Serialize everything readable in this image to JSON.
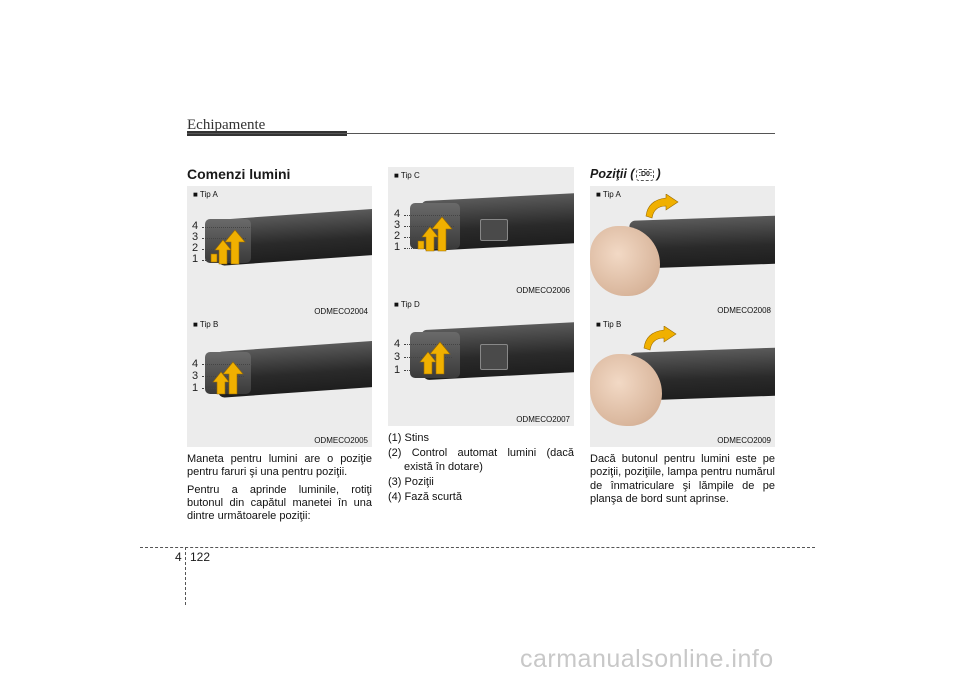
{
  "header": {
    "title": "Echipamente"
  },
  "section": {
    "title": "Comenzi lumini"
  },
  "positions": {
    "title_prefix": "Poziţii (",
    "title_suffix": ")"
  },
  "figures": [
    {
      "label": "Tip A",
      "code": "ODMECO2004",
      "numbers": [
        "4",
        "3",
        "2",
        "1"
      ]
    },
    {
      "label": "Tip B",
      "code": "ODMECO2005",
      "numbers": [
        "4",
        "3",
        "1"
      ]
    },
    {
      "label": "Tip C",
      "code": "ODMECO2006",
      "numbers": [
        "4",
        "3",
        "2",
        "1"
      ]
    },
    {
      "label": "Tip D",
      "code": "ODMECO2007",
      "numbers": [
        "4",
        "3",
        "1"
      ]
    },
    {
      "label": "Tip A",
      "code": "ODMECO2008"
    },
    {
      "label": "Tip B",
      "code": "ODMECO2009"
    }
  ],
  "left_text": {
    "p1": "Maneta pentru lumini are o poziţie pentru faruri şi una pentru poziţii.",
    "p2": "Pentru a aprinde luminile, rotiţi butonul din capătul manetei în una dintre următoarele poziţii:"
  },
  "list": [
    "(1) Stins",
    "(2) Control automat lumini (dacă există în dotare)",
    "(3) Poziţii",
    "(4) Fază scurtă"
  ],
  "right_text": {
    "p1": "Dacă butonul pentru lumini este pe poziţii, poziţiile, lampa pentru numărul de înmatriculare şi lămpile de pe planşa de bord sunt aprinse."
  },
  "footer": {
    "chapter": "4",
    "page": "122"
  },
  "watermark": "carmanualsonline.info"
}
